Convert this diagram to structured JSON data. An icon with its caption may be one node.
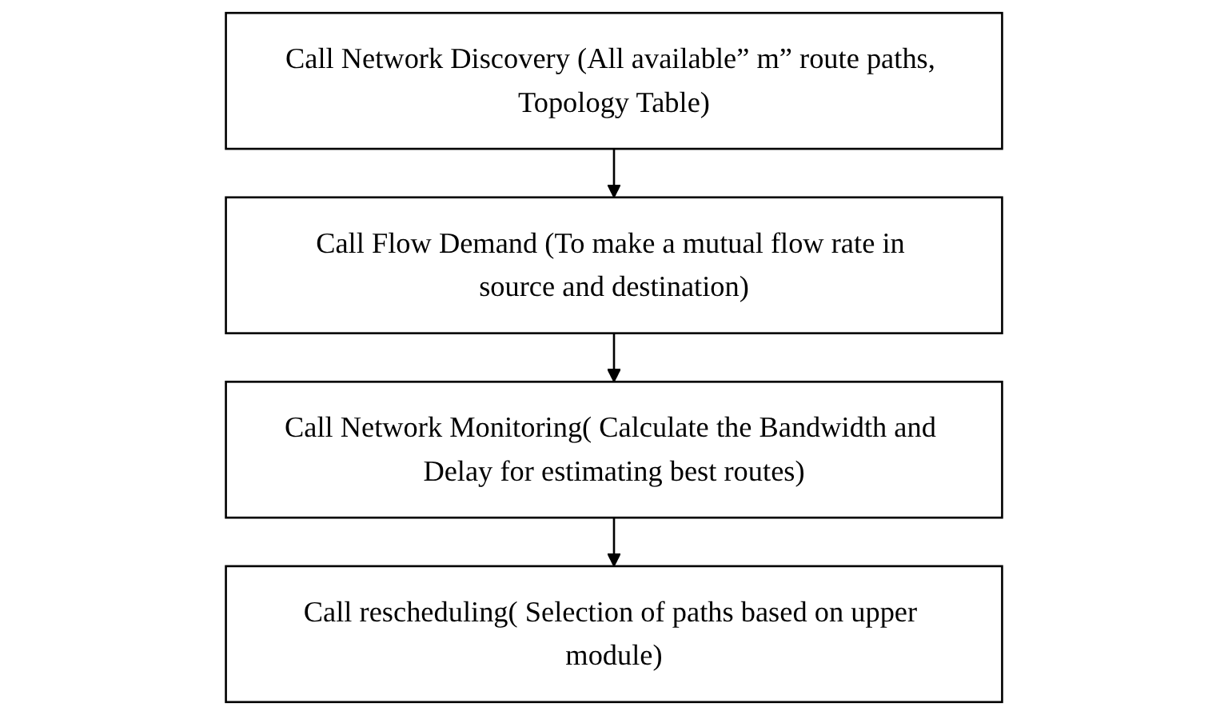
{
  "diagram": {
    "nodes": [
      {
        "text": [
          "Call Network Discovery (All available” m” route paths, Topology Table)"
        ]
      },
      {
        "text": [
          "Call Flow Demand (To make a mutual flow rate in source and destination)"
        ]
      },
      {
        "text": [
          "Call Network Monitoring( Calculate the Bandwidth and Delay for estimating best routes)"
        ]
      },
      {
        "text": [
          "Call rescheduling( Selection of paths based on upper module)"
        ]
      }
    ],
    "edges": [
      {
        "from": 0,
        "to": 1,
        "arrow": "to"
      },
      {
        "from": 1,
        "to": 2,
        "arrow": "to"
      },
      {
        "from": 2,
        "to": 3,
        "arrow": "to"
      }
    ]
  }
}
